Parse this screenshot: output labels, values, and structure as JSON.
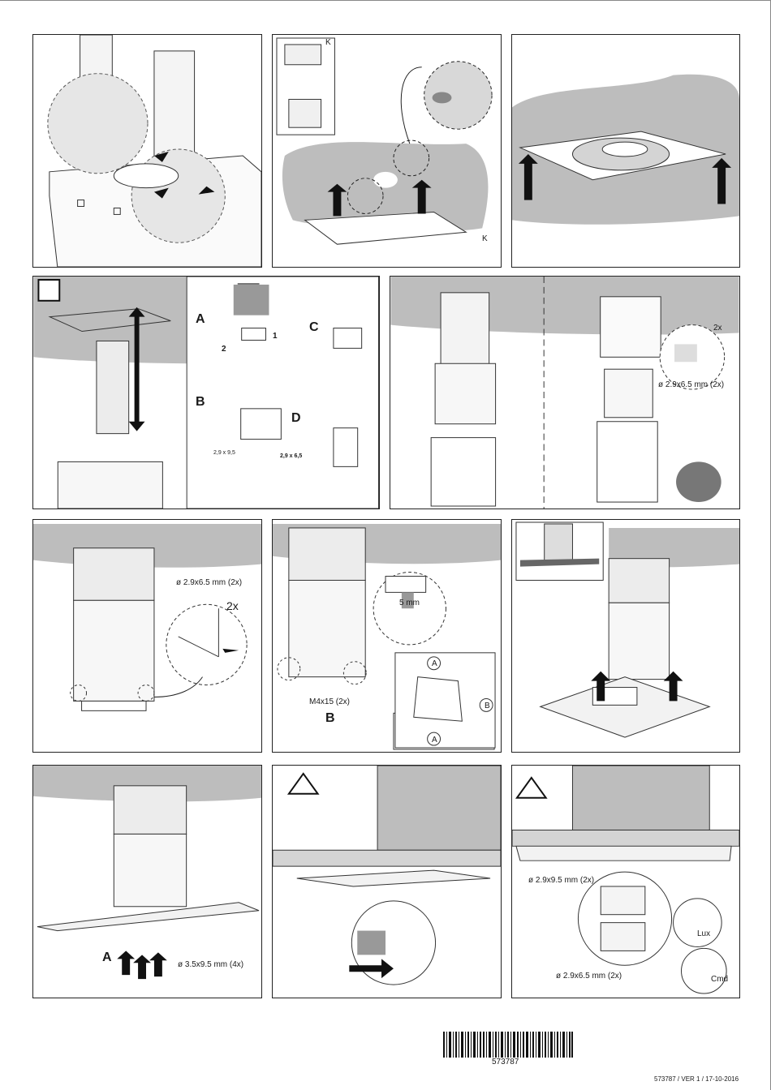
{
  "panels": {
    "p2": {
      "k_top": "K",
      "k_bottom": "K"
    },
    "p5": {
      "a": "A",
      "b": "B",
      "c": "C",
      "d": "D",
      "one": "1",
      "two": "2",
      "screw_b": "2,9 x 9,5",
      "screw_d": "2,9 x 6,5"
    },
    "p6": {
      "count": "2x",
      "screw": "ø 2.9x6.5 mm (2x)"
    },
    "p7": {
      "screw": "ø 2.9x6.5 mm (2x)",
      "count": "2x"
    },
    "p8": {
      "gap": "5 mm",
      "screw": "M4x15 (2x)",
      "b_big": "B",
      "a_top": "A",
      "a_bottom": "A",
      "b_circle": "B"
    },
    "p10": {
      "a": "A",
      "screw": "ø 3.5x9.5 mm (4x)"
    },
    "p12": {
      "screw_top": "ø 2.9x9.5 mm (2x)",
      "screw_bottom": "ø 2.9x6.5 mm (2x)",
      "lux": "Lux",
      "cmd": "Cmd"
    }
  },
  "footer": {
    "barcode_number": "573787",
    "version": "573787 / VER 1 / 17-10-2016"
  },
  "colors": {
    "ceiling_grey": "#c8c8c8",
    "line": "#222222"
  }
}
